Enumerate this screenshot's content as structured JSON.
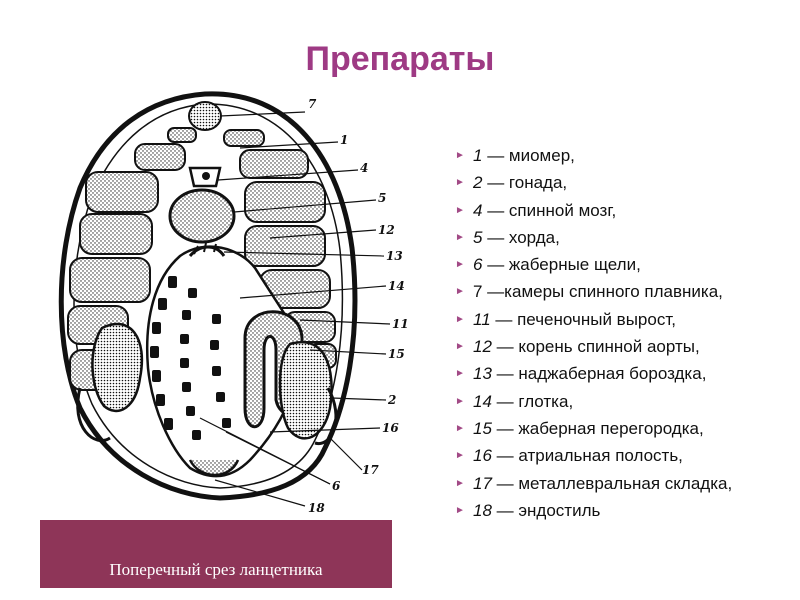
{
  "title": "Препараты",
  "caption": "Поперечный срез ланцетника",
  "legend": [
    {
      "num": "1",
      "text": " — миомер,"
    },
    {
      "num": "2",
      "text": " — гонада,"
    },
    {
      "num": "4",
      "text": " — спинной мозг,"
    },
    {
      "num": "5",
      "text": " — хорда,"
    },
    {
      "num": "6",
      "text": " — жаберные щели,"
    },
    {
      "num": "",
      "text": "7 —камеры спинного плавника,"
    },
    {
      "num": "11",
      "text": " — печеночный вырост,"
    },
    {
      "num": "12",
      "text": " — корень спинной аорты,"
    },
    {
      "num": "13",
      "text": " — наджаберная бороздка,"
    },
    {
      "num": "14",
      "text": " — глотка,"
    },
    {
      "num": "15",
      "text": " — жаберная перегородка,"
    },
    {
      "num": "16",
      "text": " — атриальная полость,"
    },
    {
      "num": "17",
      "text": " — металлевральная складка,"
    },
    {
      "num": "18",
      "text": " — эндостиль"
    }
  ],
  "diagram_labels": [
    "7",
    "1",
    "4",
    "5",
    "12",
    "13",
    "14",
    "11",
    "15",
    "2",
    "16",
    "17",
    "6",
    "18"
  ],
  "colors": {
    "title": "#9e3a84",
    "caption_bg": "#8e3558",
    "bullet": "#a24a86"
  },
  "bullet_icon": "triangle-right-icon"
}
